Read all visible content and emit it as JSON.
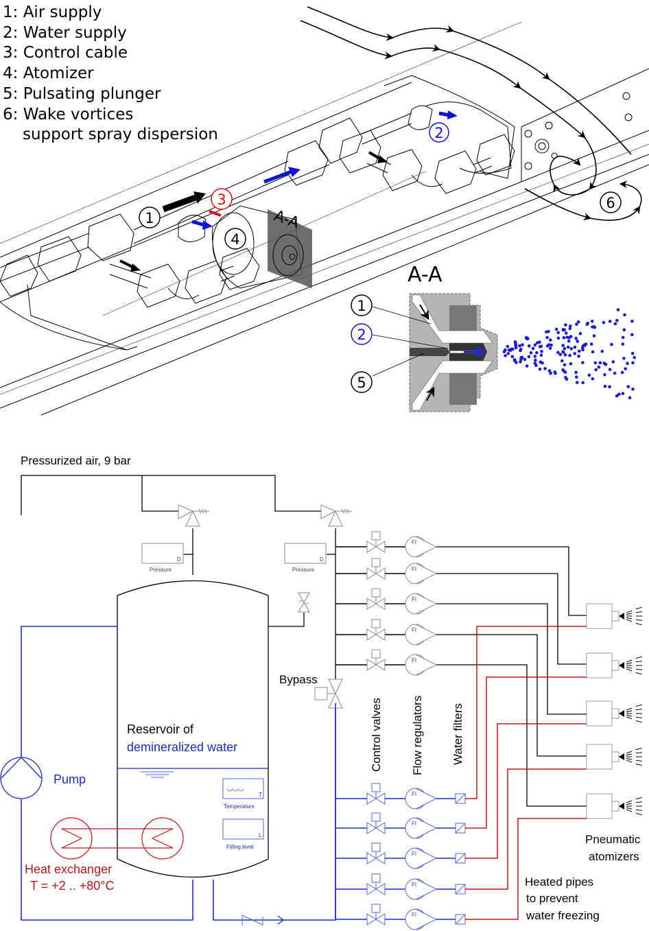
{
  "legend": {
    "items": [
      {
        "number": "1",
        "text": "1: Air supply"
      },
      {
        "number": "2",
        "text": "2: Water supply"
      },
      {
        "number": "3",
        "text": "3: Control cable"
      },
      {
        "number": "4",
        "text": "4: Atomizer"
      },
      {
        "number": "5",
        "text": "5: Pulsating plunger"
      },
      {
        "number": "6",
        "text": "6: Wake vortices"
      }
    ],
    "continuation": "support spray dispersion"
  },
  "sketch": {
    "callouts": {
      "air": "1",
      "water": "2",
      "cable": "3",
      "atomizer": "4",
      "vortices": "6"
    },
    "section_marker": "A-A",
    "colors": {
      "air": "#000000",
      "water": "#1010dd",
      "cable": "#e01010",
      "spray": "#1a1adb"
    }
  },
  "section_view": {
    "title": "A-A",
    "callouts": [
      "1",
      "2",
      "5"
    ]
  },
  "schematic": {
    "air_supply_label": "Pressurized air, 9 bar",
    "pressure_gauge_label": "Pressure",
    "pressure_gauge_letter": "D",
    "bypass_label": "Bypass",
    "reservoir_label_line1": "Reservoir of",
    "reservoir_label_line2": "demineralized water",
    "temperature_label": "Temperature",
    "temperature_letter": "T",
    "filling_label": "Filling level",
    "filling_letter": "L",
    "pump_label": "Pump",
    "heat_exchanger_label": "Heat exchanger",
    "heat_exchanger_range": "T = +2 .. +80°C",
    "column_labels": {
      "control_valves": "Control valves",
      "flow_regulators": "Flow regulators",
      "water_filters": "Water filters"
    },
    "flow_indicator": "FI",
    "atomizers_label_line1": "Pneumatic",
    "atomizers_label_line2": "atomizers",
    "heated_pipes_line1": "Heated pipes",
    "heated_pipes_line2": "to prevent",
    "heated_pipes_line3": "water freezing",
    "air_branch_count": 5,
    "water_branch_count": 5,
    "atomizer_count": 5,
    "colors": {
      "air": "#000000",
      "water": "#1a2bd0",
      "heated": "#cc1111",
      "label_blue": "#1a2bd0",
      "label_red": "#c0141a"
    }
  }
}
